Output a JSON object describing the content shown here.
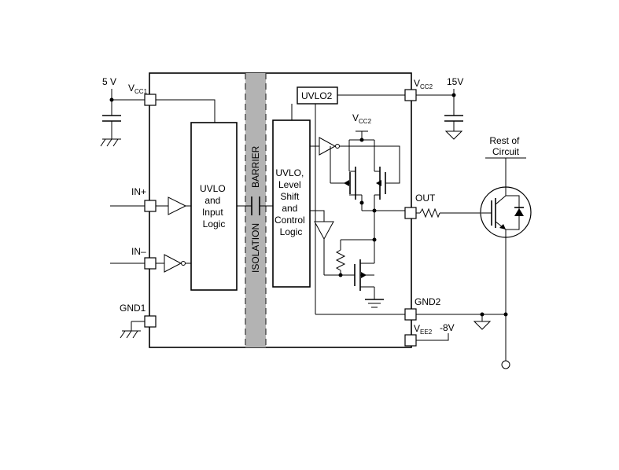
{
  "supplies": {
    "vcc_source": "5 V",
    "vcc2_source": "15V",
    "vee2_source": "-8V"
  },
  "pins": {
    "vcc1_main": "V",
    "vcc1_sub": "CC1",
    "in_plus": "IN+",
    "in_minus": "IN–",
    "gnd1": "GND1",
    "vcc2_main": "V",
    "vcc2_sub": "CC2",
    "out": "OUT",
    "gnd2": "GND2",
    "vee2_main": "V",
    "vee2_sub": "EE2"
  },
  "blocks": {
    "input_logic": [
      "UVLO",
      "and",
      "Input",
      "Logic"
    ],
    "isolation_left": "ISOLATION",
    "isolation_right": "BARRIER",
    "output_logic": [
      "UVLO,",
      "Level",
      "Shift",
      "and",
      "Control",
      "Logic"
    ],
    "uvlo2": "UVLO2",
    "internal_vcc2_main": "V",
    "internal_vcc2_sub": "CC2"
  },
  "external": {
    "rest_of_circuit": [
      "Rest of",
      "Circuit"
    ]
  }
}
